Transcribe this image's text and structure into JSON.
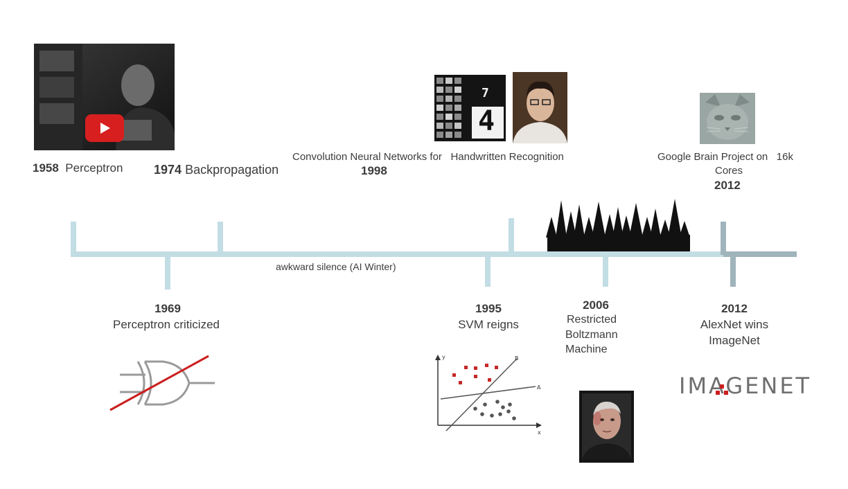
{
  "events_top": [
    {
      "year": "1958",
      "label": "Perceptron"
    },
    {
      "year": "1974",
      "label": "Backpropagation"
    },
    {
      "line1": "Convolution Neural Networks for",
      "line1b": "Handwritten Recognition",
      "year": "1998"
    },
    {
      "line1": "Google Brain Project on",
      "line1b": "16k",
      "line2": "Cores",
      "year": "2012"
    }
  ],
  "events_bottom": [
    {
      "year": "1969",
      "label": "Perceptron criticized"
    },
    {
      "year": "1995",
      "label": "SVM reigns"
    },
    {
      "year": "2006",
      "line1": "Restricted",
      "line2": "Boltzmann",
      "line3": "Machine"
    },
    {
      "year": "2012",
      "line1": "AlexNet wins",
      "line2": "ImageNet"
    }
  ],
  "winter_label": "awkward silence (AI Winter)",
  "mnist_digits": [
    "7",
    "4"
  ],
  "svm_plot": {
    "axis_y": "y",
    "axis_x": "x",
    "line_a": "A",
    "line_b": "B"
  },
  "imagenet_logo": "IMAGENET",
  "colors": {
    "timeline": "#c2dde4",
    "accent_red": "#cc1f1f",
    "text": "#3c3c3c"
  }
}
